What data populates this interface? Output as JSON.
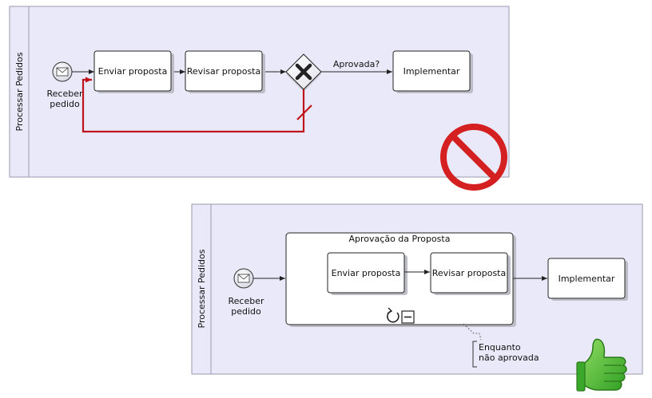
{
  "top_diagram": {
    "pool_label": "Processar Pedidos",
    "start_event_label_line1": "Receber",
    "start_event_label_line2": "pedido",
    "task1": "Enviar proposta",
    "task2": "Revisar  proposta",
    "gateway_label": "Aprovada?",
    "task3": "Implementar",
    "status_icon": "prohibited-icon",
    "status_color": "#d42020",
    "loop_flow_color": "#c0141c"
  },
  "bottom_diagram": {
    "pool_label": "Processar Pedidos",
    "start_event_label_line1": "Receber",
    "start_event_label_line2": "pedido",
    "subprocess_title": "Aprovação da Proposta",
    "task1": "Enviar proposta",
    "task2": "Revisar  proposta",
    "task3": "Implementar",
    "annotation_line1": "Enquanto",
    "annotation_line2": "não aprovada",
    "status_icon": "thumbs-up-icon",
    "status_color": "#2e9e22"
  }
}
